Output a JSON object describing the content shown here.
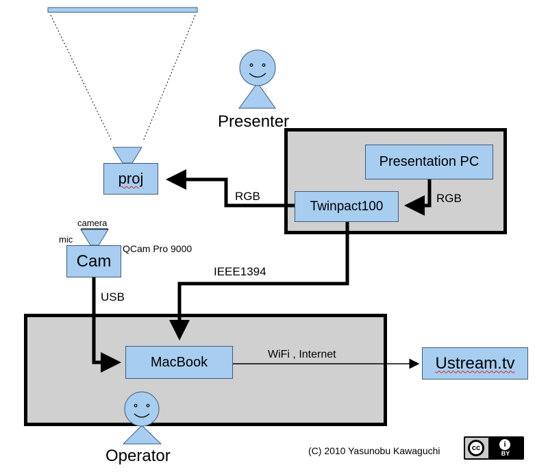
{
  "labels": {
    "presenter": "Presenter",
    "operator": "Operator",
    "proj": "proj",
    "presentation_pc": "Presentation PC",
    "twinpact": "Twinpact100",
    "cam": "Cam",
    "camera": "camera",
    "mic": "mic",
    "qcam": "QCam Pro 9000",
    "macbook": "MacBook",
    "ustream": "Ustream.tv",
    "rgb_left": "RGB",
    "rgb_right": "RGB",
    "ieee": "IEEE1394",
    "usb": "USB",
    "wifi": "WiFi , Internet",
    "copyright": "(C) 2010 Yasunobu Kawaguchi"
  },
  "license_badge": {
    "logo": "cc",
    "by_symbol": "i",
    "by_text": "BY"
  },
  "colors": {
    "box_fill": "#a7cdf0",
    "group_fill": "#d0d0d0",
    "line": "#000000",
    "spellcheck_underline": "#e02020"
  }
}
